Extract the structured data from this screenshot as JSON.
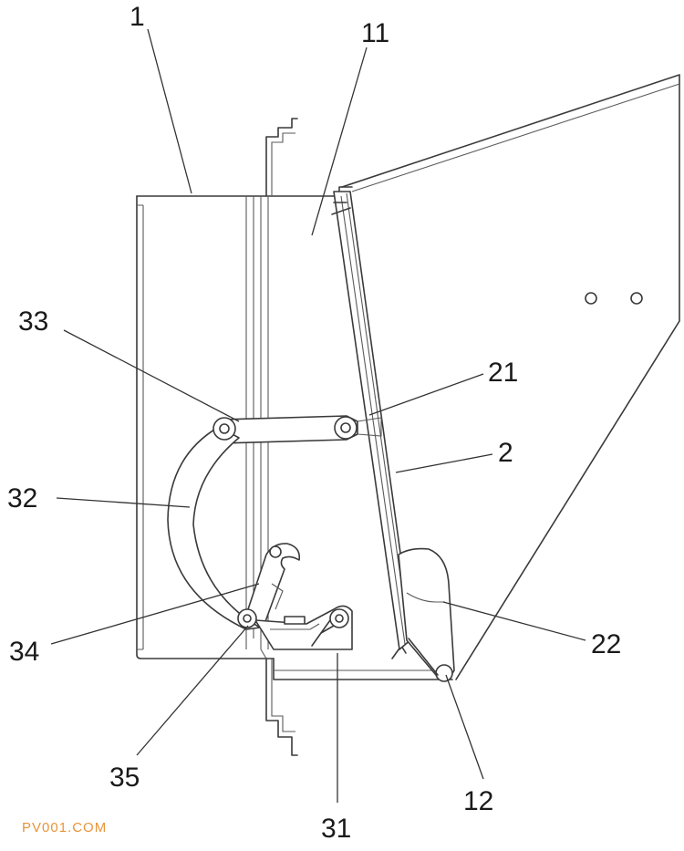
{
  "labels": {
    "l1": "1",
    "l11": "11",
    "l33": "33",
    "l21": "21",
    "l2": "2",
    "l32": "32",
    "l22": "22",
    "l34": "34",
    "l35": "35",
    "l12": "12",
    "l31": "31"
  },
  "watermark": {
    "text": "PV001.COM",
    "color": "#e8953a"
  }
}
